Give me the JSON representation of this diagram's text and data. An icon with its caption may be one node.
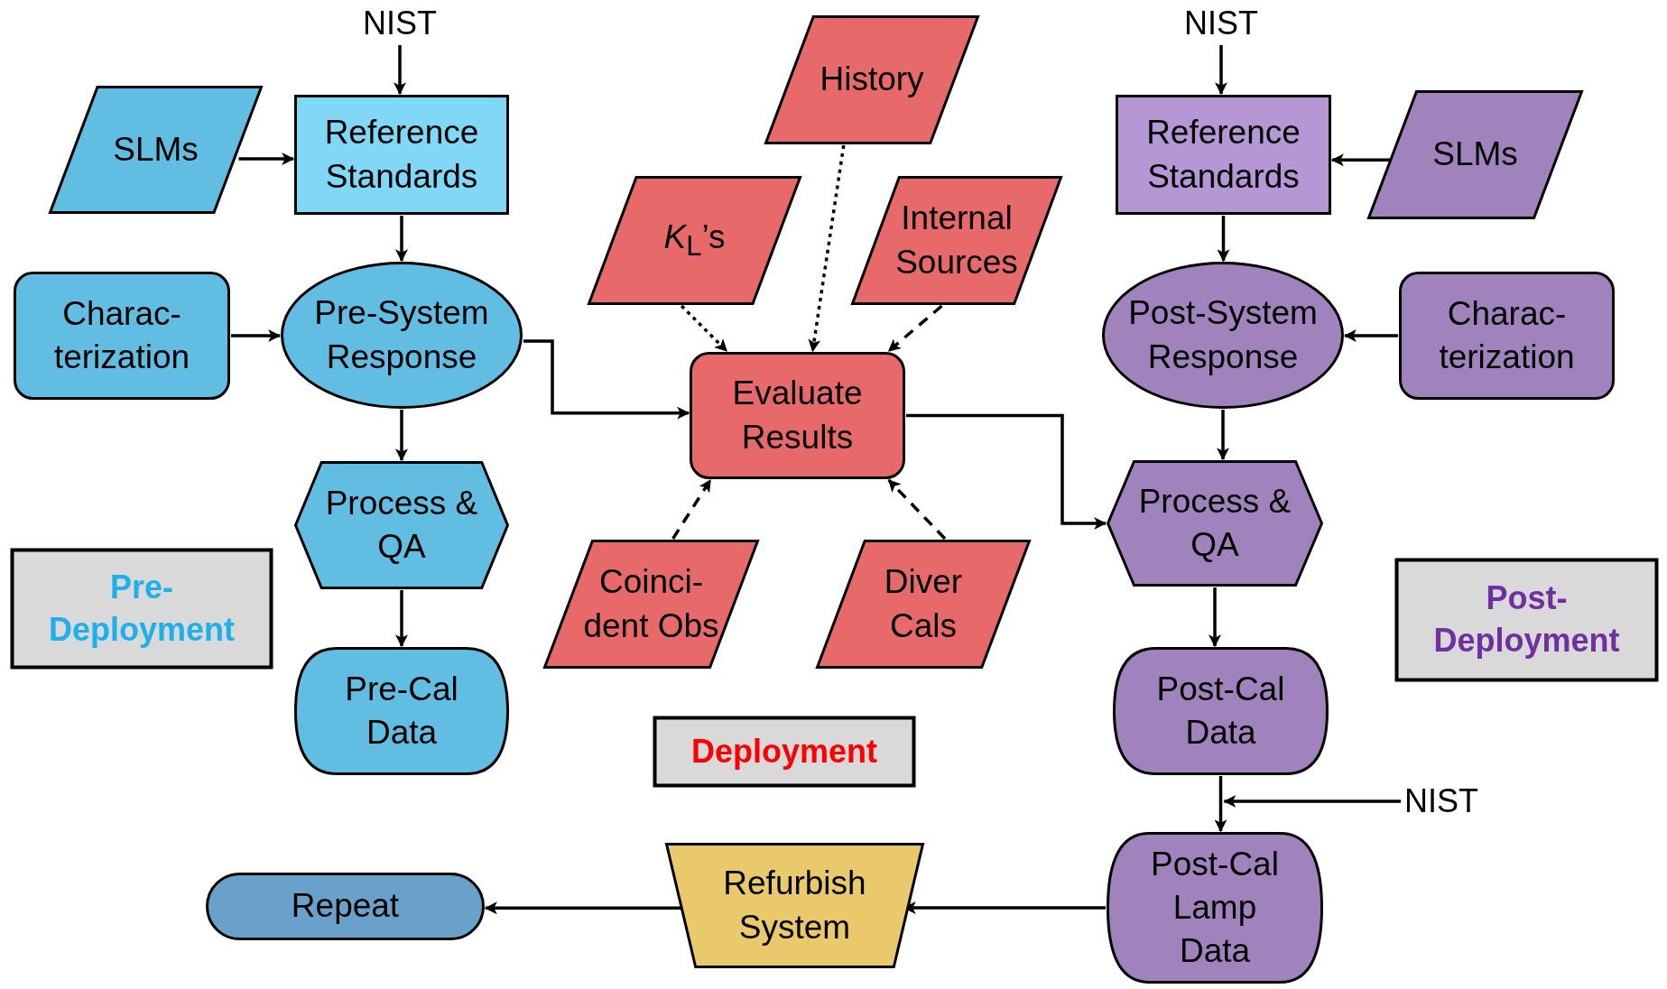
{
  "diagram": {
    "nodes": [
      {
        "text": [
          "NIST"
        ]
      },
      {
        "text": [
          "SLMs"
        ]
      },
      {
        "text": [
          "Reference Standards"
        ]
      },
      {
        "text": [
          "Charac-terization"
        ]
      },
      {
        "text": [
          "Pre-System Response"
        ]
      },
      {
        "text": [
          "Process & QA"
        ]
      },
      {
        "text": [
          "Pre-Deployment"
        ]
      },
      {
        "text": [
          "Pre-Cal Data"
        ]
      },
      {
        "text": [
          "*K*$_{L}$’s"
        ]
      },
      {
        "text": [
          "History"
        ]
      },
      {
        "text": [
          "Internal Sources"
        ]
      },
      {
        "text": [
          "Evaluate Results"
        ]
      },
      {
        "text": [
          "Coinci-dent Obs"
        ]
      },
      {
        "text": [
          "Diver Cals"
        ]
      },
      {
        "text": [
          "Deployment"
        ]
      },
      {
        "text": [
          "NIST"
        ]
      },
      {
        "text": [
          "Reference Standards"
        ]
      },
      {
        "text": [
          "SLMs"
        ]
      },
      {
        "text": [
          "Post-System Response"
        ]
      },
      {
        "text": [
          "Charac-terization"
        ]
      },
      {
        "text": [
          "Process & QA"
        ]
      },
      {
        "text": [
          "Post-Deployment"
        ]
      },
      {
        "text": [
          "Post-Cal Data"
        ]
      },
      {
        "text": [
          "NIST"
        ]
      },
      {
        "text": [
          "Post-Cal Lamp Data"
        ]
      },
      {
        "text": [
          "Refurbish System"
        ]
      },
      {
        "text": [
          "Repeat"
        ]
      }
    ],
    "edges": [
      {
        "from": 0,
        "to": 2,
        "arrow": "to"
      },
      {
        "from": 1,
        "to": 2,
        "arrow": "to"
      },
      {
        "from": 2,
        "to": 4,
        "arrow": "to"
      },
      {
        "from": 3,
        "to": 4,
        "arrow": "to"
      },
      {
        "from": 4,
        "to": 5,
        "arrow": "to"
      },
      {
        "from": 5,
        "to": 7,
        "arrow": "to"
      },
      {
        "from": 4,
        "to": 11,
        "arrow": "to"
      },
      {
        "from": 8,
        "to": 11,
        "arrow": "to",
        "style": "dashed"
      },
      {
        "from": 9,
        "to": 11,
        "arrow": "to",
        "style": "dashed"
      },
      {
        "from": 10,
        "to": 11,
        "arrow": "to",
        "style": "dashed"
      },
      {
        "from": 12,
        "to": 11,
        "arrow": "to",
        "style": "dashed"
      },
      {
        "from": 13,
        "to": 11,
        "arrow": "to",
        "style": "dashed"
      },
      {
        "from": 11,
        "to": 20,
        "arrow": "to"
      },
      {
        "from": 15,
        "to": 16,
        "arrow": "to"
      },
      {
        "from": 17,
        "to": 16,
        "arrow": "to"
      },
      {
        "from": 16,
        "to": 18,
        "arrow": "to"
      },
      {
        "from": 19,
        "to": 18,
        "arrow": "to"
      },
      {
        "from": 18,
        "to": 20,
        "arrow": "to"
      },
      {
        "from": 20,
        "to": 22,
        "arrow": "to"
      },
      {
        "from": 22,
        "to": 24,
        "arrow": "to"
      },
      {
        "from": 23,
        "to": 22,
        "arrow": "to"
      },
      {
        "from": 24,
        "to": 25,
        "arrow": "to"
      },
      {
        "from": 25,
        "to": 26,
        "arrow": "to"
      }
    ]
  }
}
